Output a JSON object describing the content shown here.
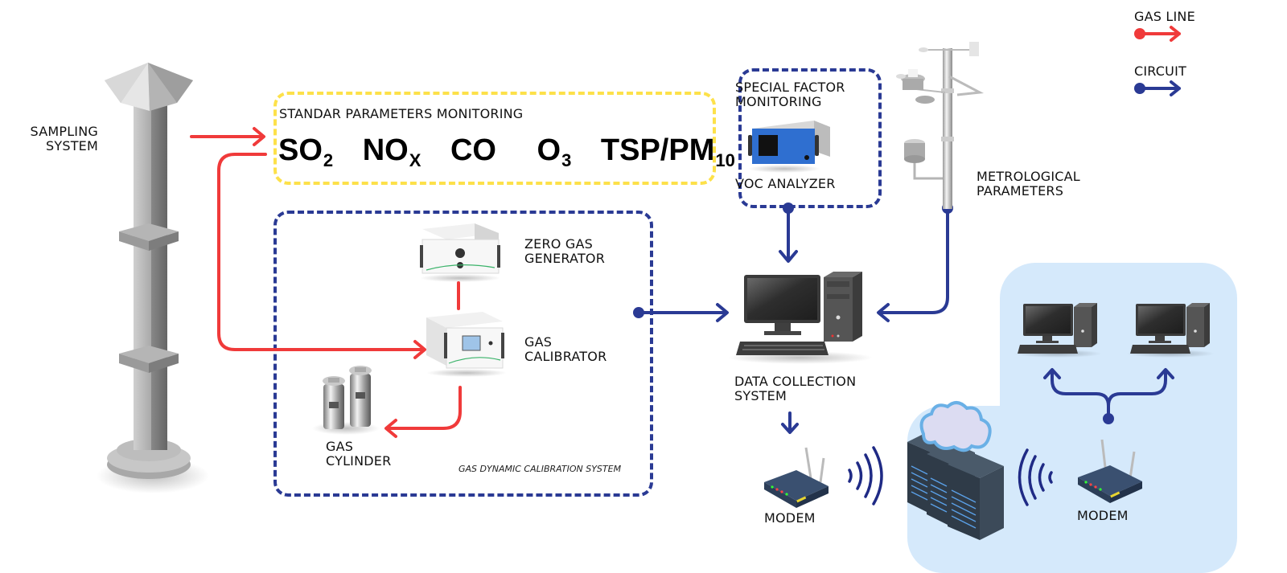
{
  "legend": {
    "gas_line": {
      "label": "GAS LINE",
      "color": "#f03a3a"
    },
    "circuit": {
      "label": "CIRCUIT",
      "color": "#2a3a94"
    }
  },
  "sampling": {
    "label_line1": "SAMPLING",
    "label_line2": "SYSTEM",
    "icon": "sampling-tower-icon"
  },
  "standard": {
    "title": "STANDAR PARAMETERS MONITORING",
    "border_color": "#fde14a",
    "params": [
      {
        "base": "SO",
        "sub": "2"
      },
      {
        "base": "NO",
        "sub": "X"
      },
      {
        "base": "CO",
        "sub": ""
      },
      {
        "base": "O",
        "sub": "3"
      },
      {
        "base": "TSP/PM",
        "sub": "10"
      }
    ]
  },
  "special": {
    "title_line1": "SPECIAL FACTOR",
    "title_line2": "MONITORING",
    "device": "VOC ANALYZER",
    "icon": "voc-analyzer-icon"
  },
  "meteo": {
    "label_line1": "METROLOGICAL",
    "label_line2": "PARAMETERS",
    "icon": "weather-station-icon"
  },
  "calibration": {
    "caption": "GAS DYNAMIC CALIBRATION SYSTEM",
    "zero_gas": {
      "line1": "ZERO GAS",
      "line2": "GENERATOR",
      "icon": "zero-gas-generator-icon"
    },
    "calibrator": {
      "line1": "GAS",
      "line2": "CALIBRATOR",
      "icon": "gas-calibrator-icon"
    },
    "cylinder": {
      "line1": "GAS",
      "line2": "CYLINDER",
      "icon": "gas-cylinder-icon"
    }
  },
  "data_collection": {
    "line1": "DATA COLLECTION",
    "line2": "SYSTEM",
    "icon": "desktop-computer-icon"
  },
  "modem_left": {
    "label": "MODEM",
    "icon": "modem-icon"
  },
  "modem_right": {
    "label": "MODEM",
    "icon": "modem-icon"
  },
  "cloud": {
    "icon": "cloud-server-icon",
    "zone_color": "#d5e9fb"
  },
  "clients": [
    {
      "icon": "desktop-computer-icon"
    },
    {
      "icon": "desktop-computer-icon"
    }
  ]
}
